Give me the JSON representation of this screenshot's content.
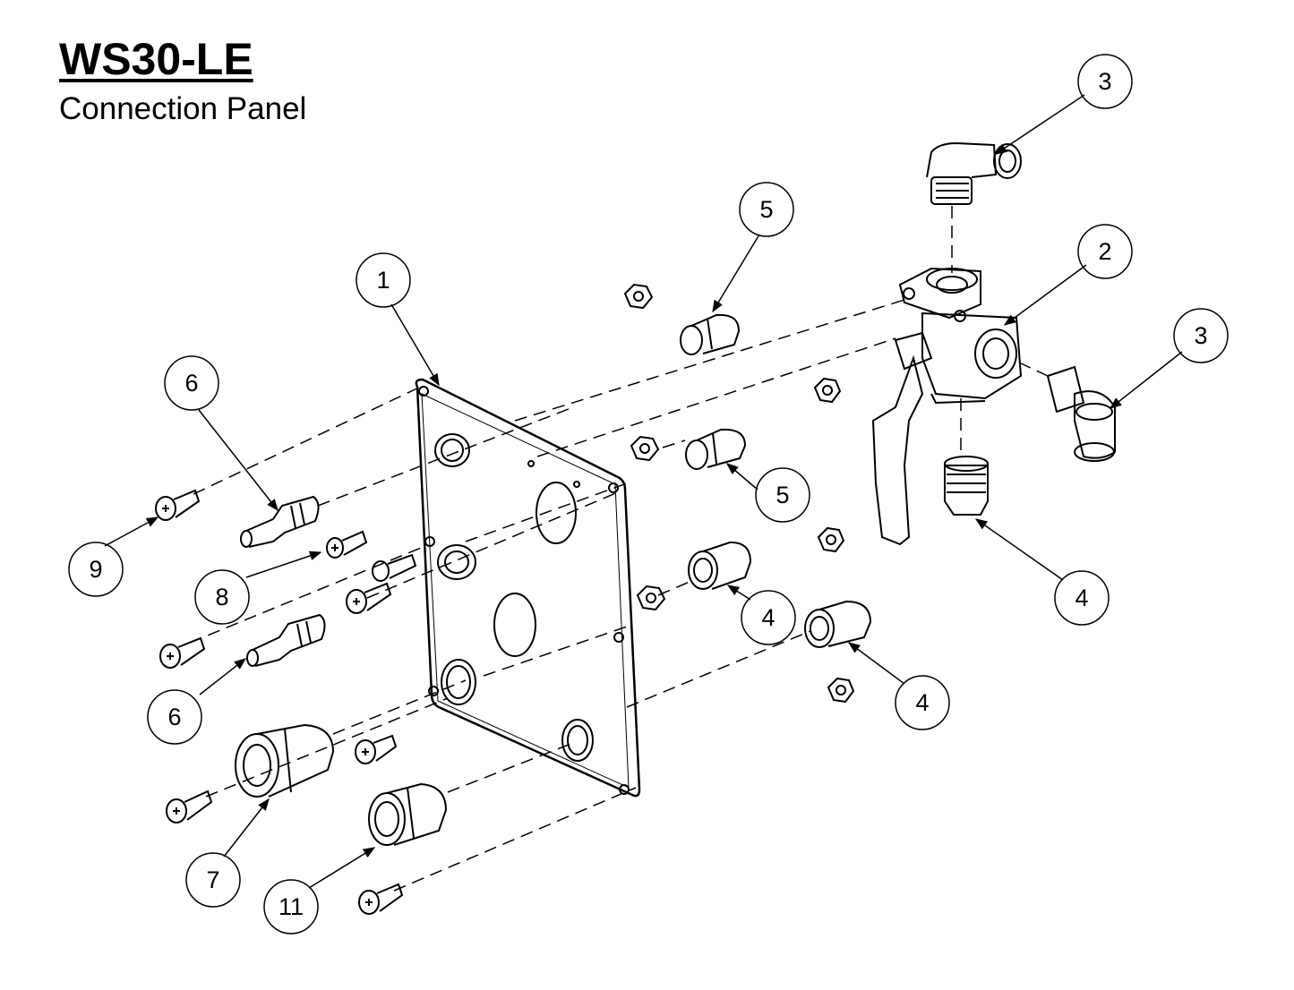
{
  "header": {
    "title": "WS30-LE",
    "subtitle": "Connection Panel"
  },
  "callouts": [
    {
      "id": "callout-3-top",
      "label": "3"
    },
    {
      "id": "callout-2",
      "label": "2"
    },
    {
      "id": "callout-3-right",
      "label": "3"
    },
    {
      "id": "callout-5-top",
      "label": "5"
    },
    {
      "id": "callout-1",
      "label": "1"
    },
    {
      "id": "callout-6-top",
      "label": "6"
    },
    {
      "id": "callout-5-mid",
      "label": "5"
    },
    {
      "id": "callout-4-right",
      "label": "4"
    },
    {
      "id": "callout-9",
      "label": "9"
    },
    {
      "id": "callout-8",
      "label": "8"
    },
    {
      "id": "callout-4-mid",
      "label": "4"
    },
    {
      "id": "callout-4-low",
      "label": "4"
    },
    {
      "id": "callout-6-low",
      "label": "6"
    },
    {
      "id": "callout-7",
      "label": "7"
    },
    {
      "id": "callout-11",
      "label": "11"
    }
  ],
  "colors": {
    "line": "#000000",
    "background": "#ffffff"
  }
}
